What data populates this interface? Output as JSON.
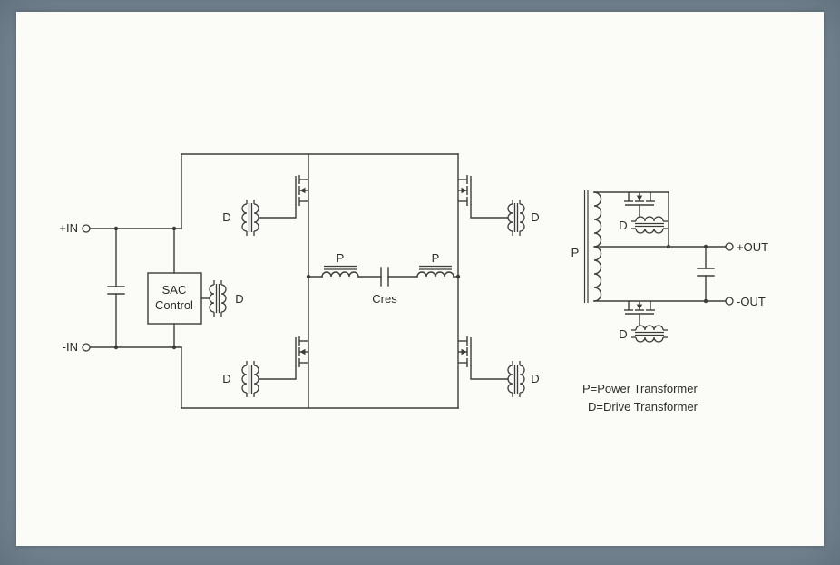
{
  "canvas": {
    "frame_color": "#7d8c98",
    "panel_color": "#fbfbf8",
    "line_color": "#3c3c3c"
  },
  "diagram": {
    "terminals": {
      "in_pos": "+IN",
      "in_neg": "-IN",
      "out_pos": "+OUT",
      "out_neg": "-OUT"
    },
    "controller": {
      "line1": "SAC",
      "line2": "Control"
    },
    "labels": {
      "power": "P",
      "drive": "D",
      "cres": "Cres"
    },
    "legend": {
      "power": "P=Power Transformer",
      "drive": "D=Drive Transformer"
    }
  }
}
